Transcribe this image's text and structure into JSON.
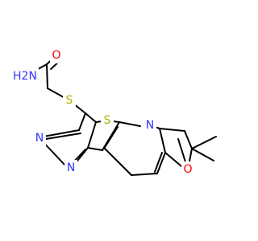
{
  "atom_colors": {
    "C": "#000000",
    "N": "#3333ff",
    "O": "#ff0000",
    "S": "#b2b200"
  },
  "atoms": {
    "amide_n": {
      "label": "H2N",
      "element": "N"
    },
    "carbonyl_o": {
      "label": "O",
      "element": "O"
    },
    "thioether_s": {
      "label": "S",
      "element": "S"
    },
    "thiophene_s": {
      "label": "S",
      "element": "S"
    },
    "pyridine_n": {
      "label": "N",
      "element": "N"
    },
    "pyrimidine_n1": {
      "label": "N",
      "element": "N"
    },
    "pyrimidine_n2": {
      "label": "N",
      "element": "N"
    },
    "pyran_o": {
      "label": "O",
      "element": "O"
    }
  }
}
